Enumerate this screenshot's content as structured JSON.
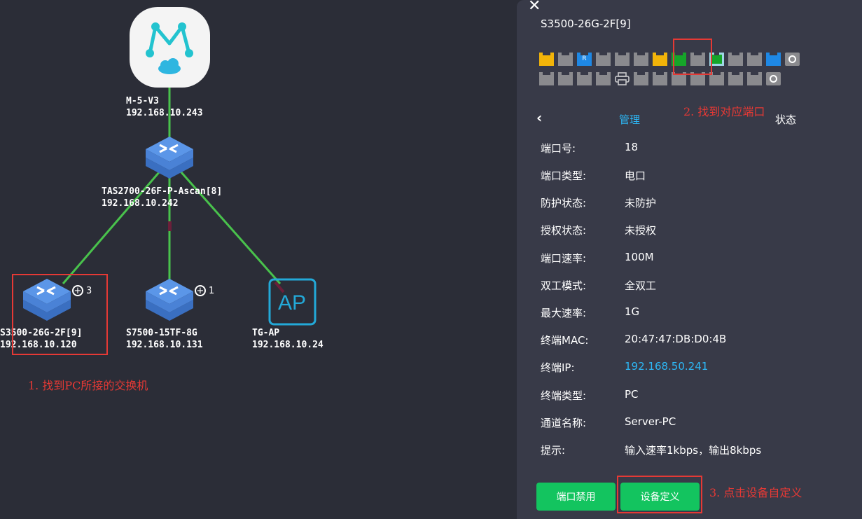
{
  "topology": {
    "nodes": [
      {
        "id": "m5",
        "name": "M-5-V3",
        "ip": "192.168.10.243",
        "icon": "cloud-controller-icon"
      },
      {
        "id": "tas",
        "name": "TAS2700-26F-P-Ascan[8]",
        "ip": "192.168.10.242",
        "icon": "switch-icon"
      },
      {
        "id": "s3500",
        "name": "S3500-26G-2F[9]",
        "ip": "192.168.10.120",
        "icon": "switch-icon",
        "badge": "3"
      },
      {
        "id": "s7500",
        "name": "S7500-15TF-8G",
        "ip": "192.168.10.131",
        "icon": "switch-icon",
        "badge": "1"
      },
      {
        "id": "tgap",
        "name": "TG-AP",
        "ip": "192.168.10.24",
        "icon": "ap-icon",
        "icon_text": "AP"
      }
    ],
    "link_color": "#49c24c"
  },
  "annotations": {
    "step1": "1. 找到PC所接的交换机",
    "step2": "2. 找到对应端口",
    "step3": "3. 点击设备自定义"
  },
  "panel": {
    "close_glyph": "✕",
    "title": "S3500-26G-2F[9]",
    "ports": {
      "row1": [
        "yellow",
        "gray",
        "blue-r",
        "gray",
        "gray",
        "gray",
        "yellow",
        "green",
        "gray",
        "selected",
        "gray",
        "gray",
        "blue",
        "sfp"
      ],
      "row2": [
        "gray",
        "gray",
        "gray",
        "gray",
        "printer",
        "gray",
        "gray",
        "gray",
        "gray",
        "gray",
        "gray",
        "gray",
        "sfp"
      ]
    },
    "tabs": {
      "back": "‹",
      "manage": "管理",
      "status": "状态"
    },
    "info": [
      {
        "k": "端口号:",
        "v": "18"
      },
      {
        "k": "端口类型:",
        "v": "电口"
      },
      {
        "k": "防护状态:",
        "v": "未防护"
      },
      {
        "k": "授权状态:",
        "v": "未授权"
      },
      {
        "k": "端口速率:",
        "v": "100M"
      },
      {
        "k": "双工模式:",
        "v": "全双工"
      },
      {
        "k": "最大速率:",
        "v": "1G"
      },
      {
        "k": "终端MAC:",
        "v": "20:47:47:DB:D0:4B"
      },
      {
        "k": "终端IP:",
        "v": "192.168.50.241",
        "link": true
      },
      {
        "k": "终端类型:",
        "v": "PC"
      },
      {
        "k": "通道名称:",
        "v": "Server-PC"
      },
      {
        "k": "提示:",
        "v": "输入速率1kbps，输出8kbps"
      }
    ],
    "buttons": {
      "disable": "端口禁用",
      "customize": "设备定义"
    }
  },
  "colors": {
    "background": "#2b2d37",
    "panel": "#383a48",
    "accent": "#2db7f5",
    "button": "#13c45f",
    "annotation": "#e53935"
  }
}
